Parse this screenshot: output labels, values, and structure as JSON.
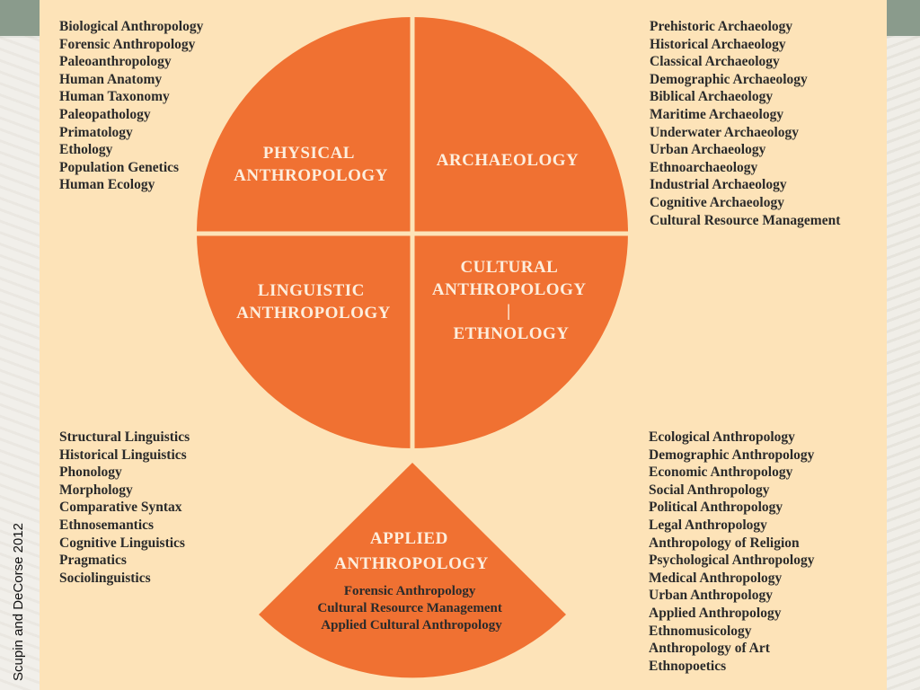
{
  "credit": "Scupin and DeCorse 2012",
  "quadrants": {
    "physical": [
      "PHYSICAL",
      "ANTHROPOLOGY"
    ],
    "archaeology": [
      "ARCHAEOLOGY"
    ],
    "linguistic": [
      "LINGUISTIC",
      "ANTHROPOLOGY"
    ],
    "cultural": [
      "CULTURAL",
      "ANTHROPOLOGY",
      "|",
      "ETHNOLOGY"
    ]
  },
  "applied": {
    "title": [
      "APPLIED",
      "ANTHROPOLOGY"
    ],
    "items": [
      "Forensic Anthropology",
      "Cultural Resource Management",
      "Applied Cultural Anthropology"
    ]
  },
  "lists": {
    "physical": [
      "Biological Anthropology",
      "Forensic Anthropology",
      "Paleoanthropology",
      "Human Anatomy",
      "Human Taxonomy",
      "Paleopathology",
      "Primatology",
      "Ethology",
      "Population Genetics",
      "Human Ecology"
    ],
    "archaeology": [
      "Prehistoric Archaeology",
      "Historical Archaeology",
      "Classical Archaeology",
      "Demographic Archaeology",
      "Biblical Archaeology",
      "Maritime Archaeology",
      "Underwater Archaeology",
      "Urban Archaeology",
      "Ethnoarchaeology",
      "Industrial Archaeology",
      "Cognitive Archaeology",
      "Cultural Resource Management"
    ],
    "linguistic": [
      "Structural Linguistics",
      "Historical Linguistics",
      "Phonology",
      "Morphology",
      "Comparative Syntax",
      "Ethnosemantics",
      "Cognitive Linguistics",
      "Pragmatics",
      "Sociolinguistics"
    ],
    "cultural": [
      "Ecological Anthropology",
      "Demographic Anthropology",
      "Economic Anthropology",
      "Social Anthropology",
      "Political Anthropology",
      "Legal Anthropology",
      "Anthropology of Religion",
      "Psychological Anthropology",
      "Medical Anthropology",
      "Urban Anthropology",
      "Applied Anthropology",
      "Ethnomusicology",
      "Anthropology of Art",
      "Ethnopoetics"
    ]
  },
  "colors": {
    "panel": "#fde3b8",
    "circle": "#f07132",
    "label": "#fdeedd",
    "text": "#2b2b2b",
    "band": "#8a9b8c"
  }
}
